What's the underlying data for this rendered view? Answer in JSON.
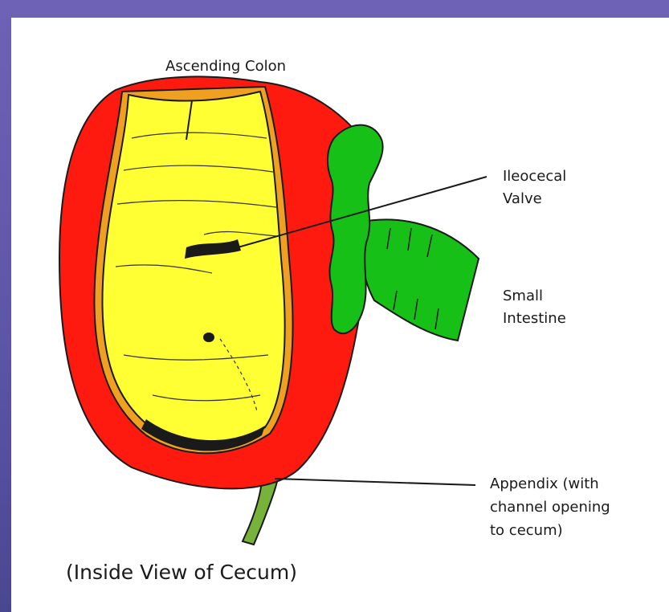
{
  "labels": {
    "ascending_colon": "Ascending Colon",
    "ileocecal_valve_line1": "Ileocecal",
    "ileocecal_valve_line2": "Valve",
    "small_intestine_line1": "Small",
    "small_intestine_line2": "Intestine",
    "appendix_line1": "Appendix (with",
    "appendix_line2": "channel opening",
    "appendix_line3": "to cecum)"
  },
  "caption": "(Inside View of Cecum)",
  "colors": {
    "outer_wall": "#ff1a10",
    "wall_edge": "#f0a020",
    "interior": "#ffff33",
    "valve_and_intestine": "#16c016",
    "appendix": "#77b23a",
    "slide_background": "#6a5fb0"
  }
}
